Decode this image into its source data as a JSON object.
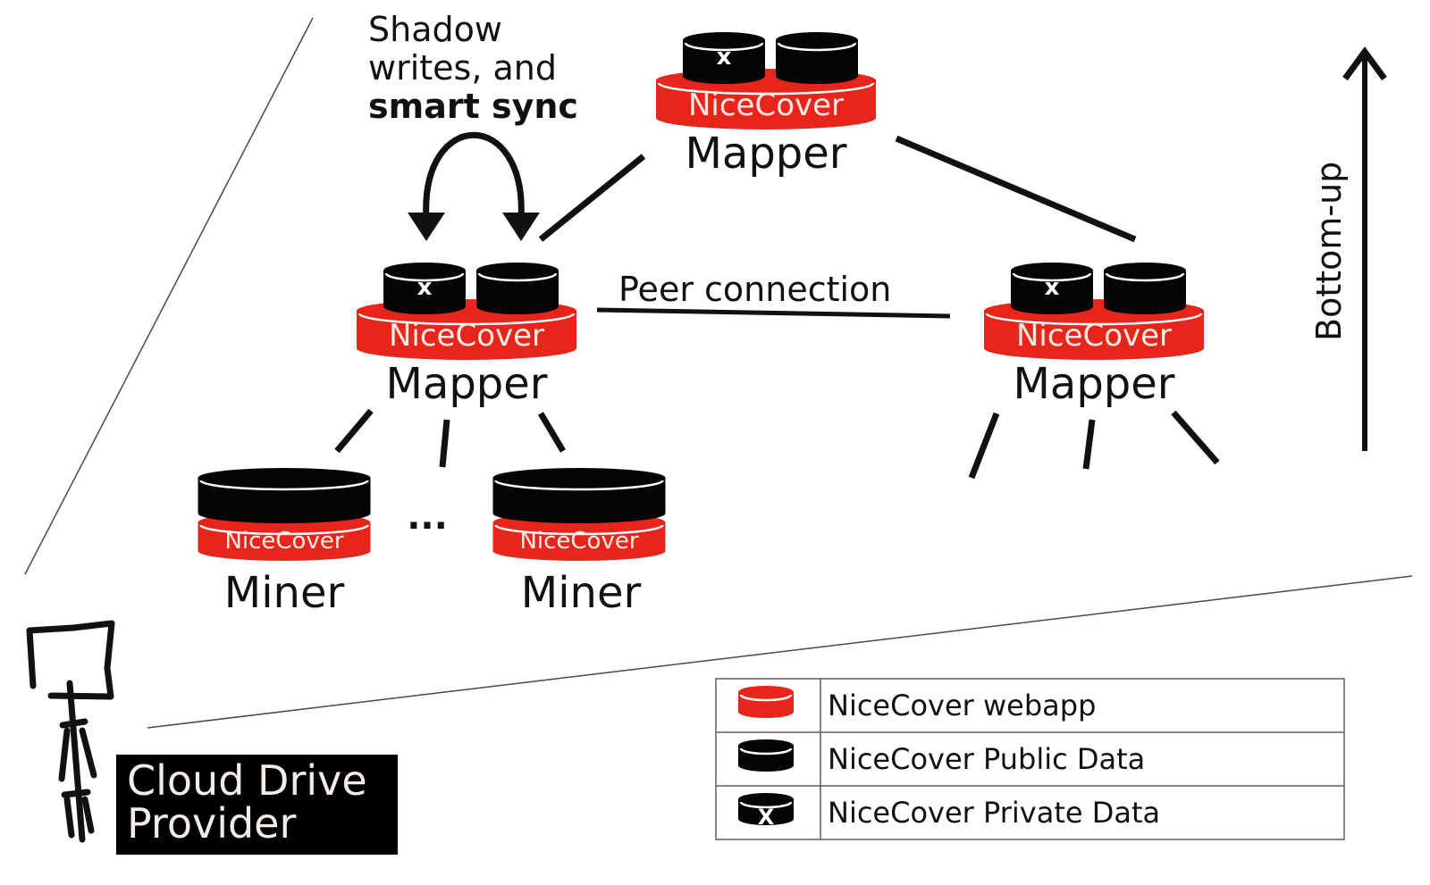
{
  "colors": {
    "webapp_red": "#e8251b",
    "data_black": "#050505",
    "line": "#111111",
    "thin_line": "#5a4340",
    "legend_border": "#6b5a55",
    "provider_bg": "#000000",
    "provider_text": "#f2ece8"
  },
  "annotation": {
    "line1": "Shadow",
    "line2": "writes, and",
    "line3": "smart sync"
  },
  "nodes": {
    "top_mapper": {
      "brand": "NiceCover",
      "title": "Mapper",
      "private_mark": "x"
    },
    "left_mapper": {
      "brand": "NiceCover",
      "title": "Mapper",
      "private_mark": "x"
    },
    "right_mapper": {
      "brand": "NiceCover",
      "title": "Mapper",
      "private_mark": "x"
    },
    "miner_1": {
      "brand": "NiceCover",
      "title": "Miner"
    },
    "miner_2": {
      "brand": "NiceCover",
      "title": "Miner"
    }
  },
  "ellipsis": "...",
  "peer_connection_label": "Peer connection",
  "direction_label": "Bottom-up",
  "provider_label": {
    "line1": "Cloud Drive",
    "line2": "Provider"
  },
  "legend": {
    "items": [
      {
        "icon": "red-cylinder-icon",
        "label": "NiceCover webapp"
      },
      {
        "icon": "black-cylinder-icon",
        "label": "NiceCover Public Data"
      },
      {
        "icon": "black-cylinder-x-icon",
        "label": "NiceCover Private Data",
        "mark": "X"
      }
    ]
  }
}
